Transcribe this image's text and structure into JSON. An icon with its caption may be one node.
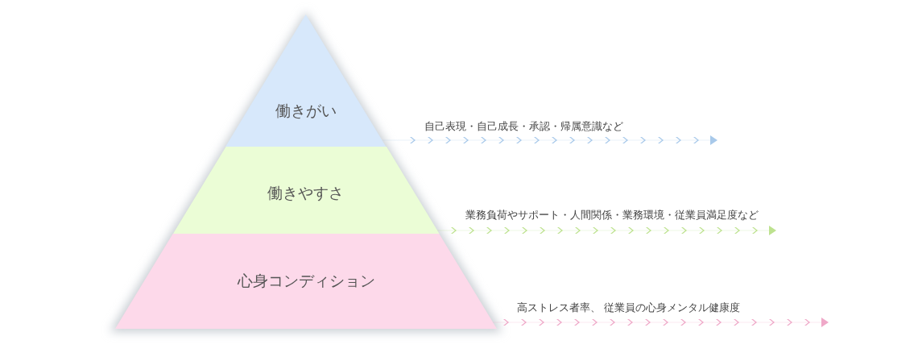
{
  "diagram": {
    "nodes": [
      {
        "text": [
          "働きがい"
        ]
      },
      {
        "text": [
          "働きやすさ"
        ]
      },
      {
        "text": [
          "心身コンディション"
        ]
      }
    ],
    "edges": [
      {
        "from": 0,
        "to": null,
        "arrow": "to",
        "color": "#a8c9ea"
      },
      {
        "from": 1,
        "to": null,
        "arrow": "to",
        "color": "#bde28f"
      },
      {
        "from": 2,
        "to": null,
        "arrow": "to",
        "color": "#efa8c8"
      }
    ],
    "labels": [
      "自己表現・自己成長・承認・帰属意識など",
      "業務負荷やサポート・人間関係・業務環境・従業員満足度など",
      "高ストレス者率、 従業員の心身メンタル健康度"
    ]
  }
}
